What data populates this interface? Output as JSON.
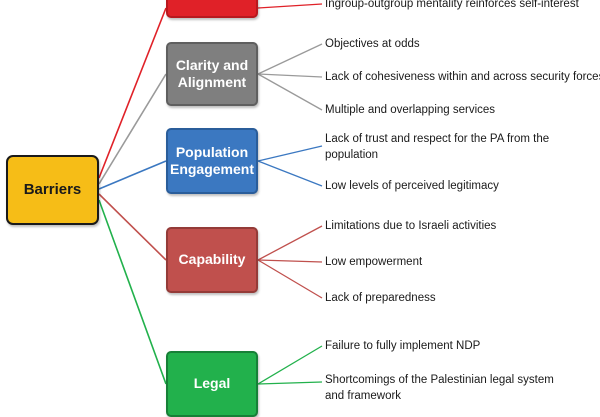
{
  "root": {
    "label": "Barriers"
  },
  "colors": {
    "red": "#e02128",
    "grey": "#7f7f7f",
    "blue": "#3b78c1",
    "brick": "#c0504d",
    "green": "#22b14c",
    "root": "#f6bd17"
  },
  "categories": [
    {
      "label": "",
      "color": "red",
      "items": [
        "Ingroup-outgroup mentality reinforces self-interest"
      ]
    },
    {
      "label": "Clarity and Alignment",
      "color": "grey",
      "items": [
        "Objectives at odds",
        "Lack of cohesiveness within and across security forces",
        "Multiple and overlapping services"
      ]
    },
    {
      "label": "Population Engagement",
      "color": "blue",
      "items": [
        "Lack of trust and respect for the PA from the population",
        "Low levels of perceived legitimacy"
      ]
    },
    {
      "label": "Capability",
      "color": "brick",
      "items": [
        "Limitations due to Israeli activities",
        "Low empowerment",
        "Lack of preparedness"
      ]
    },
    {
      "label": "Legal",
      "color": "green",
      "items": [
        "Failure to fully implement NDP",
        "Shortcomings of the Palestinian legal system and framework"
      ]
    }
  ]
}
